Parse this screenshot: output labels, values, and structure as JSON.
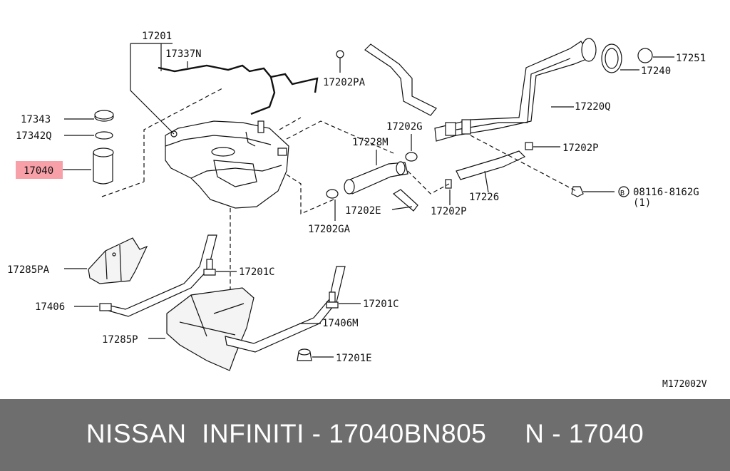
{
  "labels": {
    "p17201": "17201",
    "p17337N": "17337N",
    "p17343": "17343",
    "p17342Q": "17342Q",
    "p17040": "17040",
    "p17202PA": "17202PA",
    "p17202G": "17202G",
    "p17228M": "17228M",
    "p17220Q": "17220Q",
    "p17251": "17251",
    "p17240": "17240",
    "p17202P_a": "17202P",
    "p17226": "17226",
    "p17202P_b": "17202P",
    "p17202E": "17202E",
    "p17202GA": "17202GA",
    "bolt_circle": "B",
    "bolt_part": "08116-8162G",
    "bolt_qty": "(1)",
    "p17285PA": "17285PA",
    "p17201C_a": "17201C",
    "p17406": "17406",
    "p17201C_b": "17201C",
    "p17406M": "17406M",
    "p17285P": "17285P",
    "p17201E": "17201E",
    "diagram_code": "M172002V"
  },
  "highlight_color": "#f8a0a8",
  "footer": {
    "text": "NISSAN  INFINITI - 17040BN805     N - 17040",
    "background": "#6e6e6e"
  }
}
